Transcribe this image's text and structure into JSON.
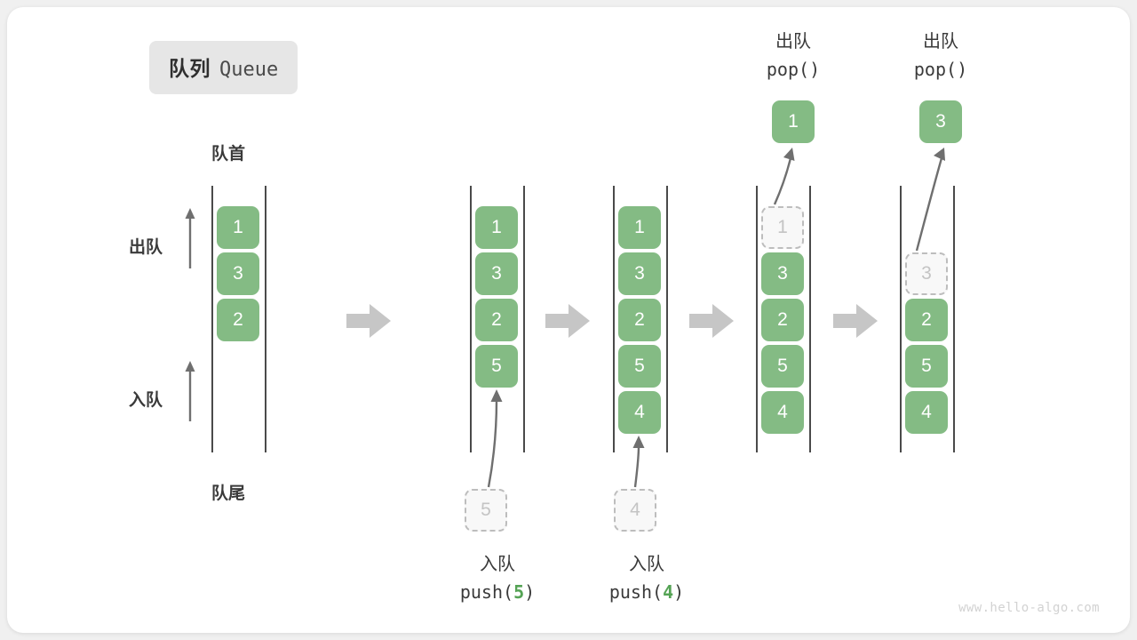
{
  "title": {
    "cn": "队列",
    "en": "Queue"
  },
  "labels": {
    "head": "队首",
    "tail": "队尾",
    "dequeue": "出队",
    "enqueue": "入队"
  },
  "watermark": "www.hello-algo.com",
  "colors": {
    "cell_green": "#84bb84",
    "ghost_border": "#bdbdbd",
    "ghost_text": "#c4c4c4",
    "rail": "#4a4a4a",
    "arrow": "#6f6f6f",
    "step_arrow": "#c6c6c6",
    "badge_bg": "#e6e6e6",
    "text_dark": "#3a3a3a"
  },
  "steps": [
    {
      "name": "initial",
      "cells": [
        "1",
        "3",
        "2"
      ],
      "ghost": null,
      "popped": null,
      "caption": null
    },
    {
      "name": "push-5",
      "cells": [
        "1",
        "3",
        "2",
        "5"
      ],
      "ghost": {
        "value": "5",
        "position": "below"
      },
      "popped": null,
      "caption": {
        "cn": "入队",
        "op_prefix": "push(",
        "op_value": "5",
        "op_suffix": ")"
      }
    },
    {
      "name": "push-4",
      "cells": [
        "1",
        "3",
        "2",
        "5",
        "4"
      ],
      "ghost": {
        "value": "4",
        "position": "below"
      },
      "popped": null,
      "caption": {
        "cn": "入队",
        "op_prefix": "push(",
        "op_value": "4",
        "op_suffix": ")"
      }
    },
    {
      "name": "pop-1",
      "cells": [
        "3",
        "2",
        "5",
        "4"
      ],
      "ghost": {
        "value": "1",
        "position": "top"
      },
      "popped": {
        "value": "1"
      },
      "caption": {
        "cn": "出队",
        "op_prefix": "pop(",
        "op_value": "",
        "op_suffix": ")"
      }
    },
    {
      "name": "pop-3",
      "cells": [
        "2",
        "5",
        "4"
      ],
      "ghost": {
        "value": "3",
        "position": "slot2"
      },
      "popped": {
        "value": "3"
      },
      "caption": {
        "cn": "出队",
        "op_prefix": "pop(",
        "op_value": "",
        "op_suffix": ")"
      }
    }
  ]
}
